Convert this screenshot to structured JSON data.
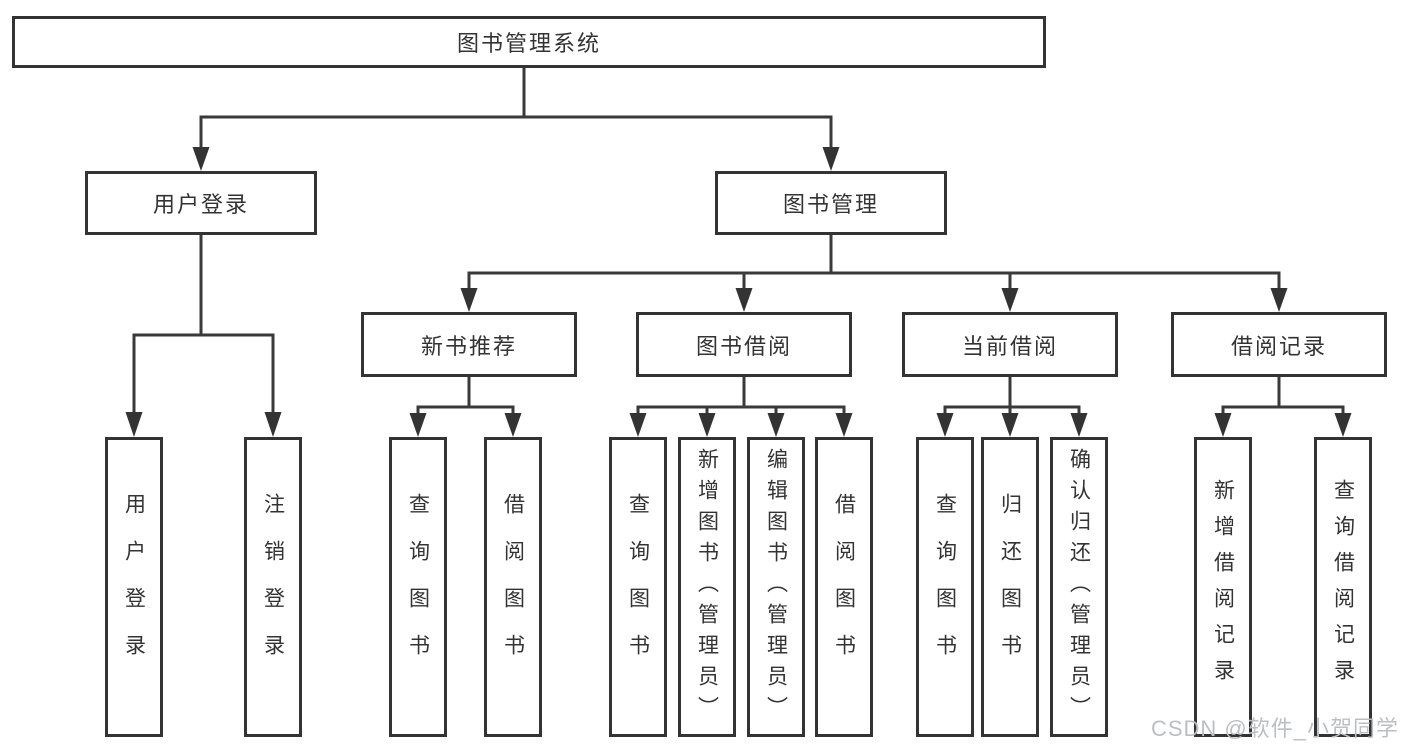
{
  "tree": {
    "label": "图书管理系统",
    "children": [
      {
        "label": "用户登录",
        "children": [
          {
            "label": "用户登录"
          },
          {
            "label": "注销登录"
          }
        ]
      },
      {
        "label": "图书管理",
        "children": [
          {
            "label": "新书推荐",
            "children": [
              {
                "label": "查询图书"
              },
              {
                "label": "借阅图书"
              }
            ]
          },
          {
            "label": "图书借阅",
            "children": [
              {
                "label": "查询图书"
              },
              {
                "label": "新增图书（管理员）"
              },
              {
                "label": "编辑图书（管理员）"
              },
              {
                "label": "借阅图书"
              }
            ]
          },
          {
            "label": "当前借阅",
            "children": [
              {
                "label": "查询图书"
              },
              {
                "label": "归还图书"
              },
              {
                "label": "确认归还（管理员）"
              }
            ]
          },
          {
            "label": "借阅记录",
            "children": [
              {
                "label": "新增借阅记录"
              },
              {
                "label": "查询借阅记录"
              }
            ]
          }
        ]
      }
    ]
  },
  "watermark": {
    "text": "CSDN @软件_小贺同学",
    "color": "#bcbfc2"
  },
  "colors": {
    "line": "#3a3a3a",
    "border": "#333333",
    "text": "#333333",
    "background": "#ffffff"
  }
}
